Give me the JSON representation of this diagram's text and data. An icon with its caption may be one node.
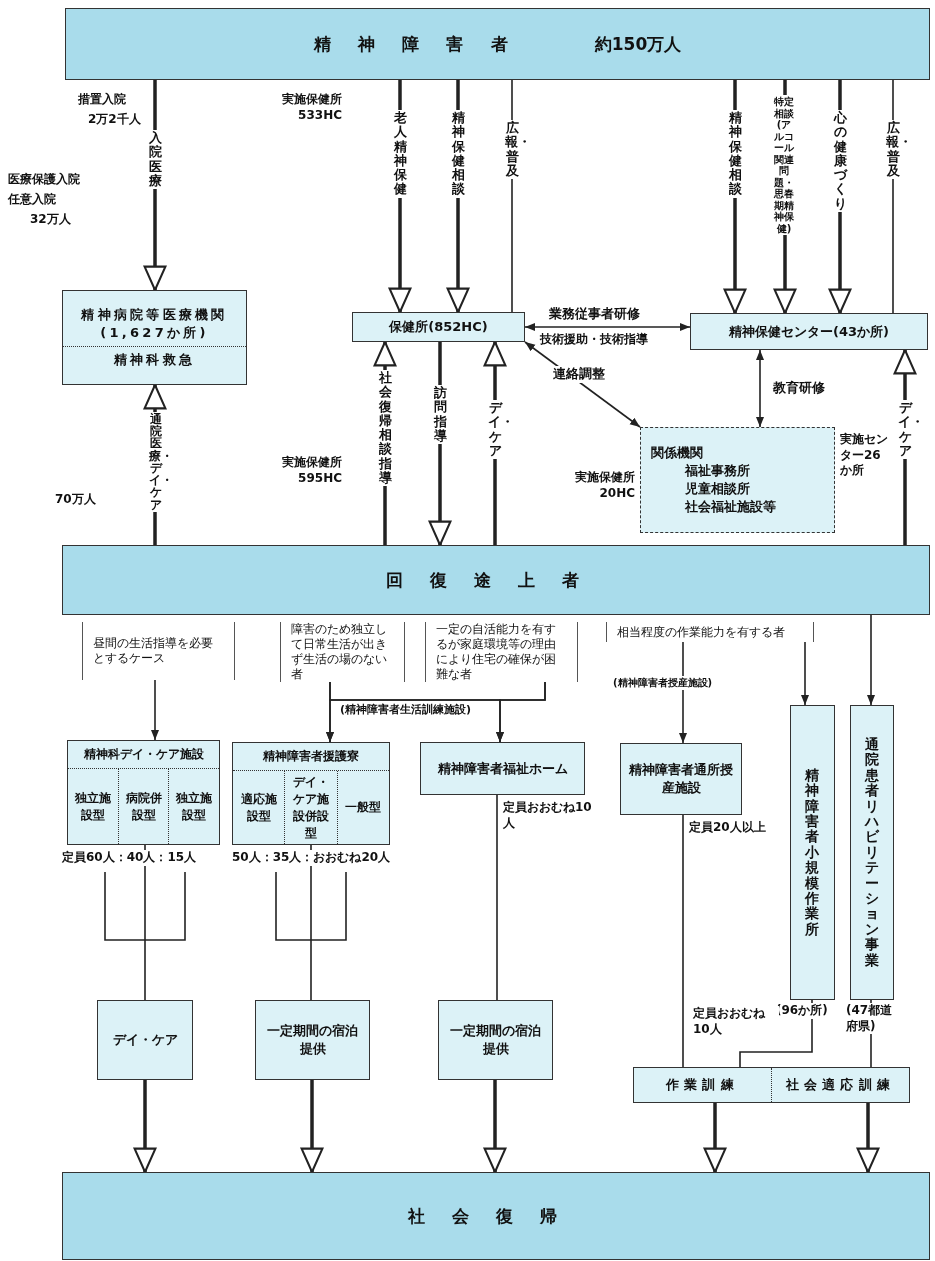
{
  "diagram": {
    "nodes": [
      {
        "text": [
          "精神障害者",
          "約150万人"
        ]
      },
      {
        "text": [
          "精神病院等医療機関(1,627か所)",
          "精神科救急"
        ]
      },
      {
        "text": [
          "保健所(852HC)"
        ]
      },
      {
        "text": [
          "精神保健センター(43か所)"
        ]
      },
      {
        "text": [
          "関係機関",
          "福祉事務所",
          "児童相談所",
          "社会福祉施設等"
        ],
        "beside": [
          "実施保健所20HC",
          "実施センター26か所"
        ]
      },
      {
        "text": [
          "回復途上者"
        ]
      },
      {
        "text": [
          "昼間の生活指導を必要とするケース"
        ]
      },
      {
        "text": [
          "障害のため独立して日常生活が出きず生活の場のない者"
        ]
      },
      {
        "text": [
          "一定の自活能力を有するが家庭環境等の理由により住宅の確保が困難な者"
        ]
      },
      {
        "text": [
          "相当程度の作業能力を有する者"
        ]
      },
      {
        "text": [
          "精神科デイ・ケア施設",
          "独立施設型",
          "病院併設型",
          "独立施設型"
        ],
        "beside": [
          "定員60人：40人：15人"
        ]
      },
      {
        "text": [
          "精神障害者援護寮",
          "適応施設型",
          "デイ・ケア施設併設型",
          "一般型"
        ],
        "beside": [
          "50人：35人：おおむね20人"
        ]
      },
      {
        "text": [
          "精神障害者福祉ホーム"
        ],
        "beside": [
          "定員おおむね10人"
        ]
      },
      {
        "text": [
          "精神障害者通所授産施設"
        ],
        "beside": [
          "定員20人以上"
        ]
      },
      {
        "text": [
          "精神障害者小規模作業所"
        ],
        "beside": [
          "(96か所)",
          "定員おおむね10人"
        ]
      },
      {
        "text": [
          "通院患者リハビリテーション事業"
        ],
        "beside": [
          "(47都道府県)"
        ]
      },
      {
        "text": [
          "デイ・ケア"
        ]
      },
      {
        "text": [
          "一定期間の宿泊提供"
        ]
      },
      {
        "text": [
          "一定期間の宿泊提供"
        ]
      },
      {
        "text": [
          "作業訓練",
          "社会適応訓練"
        ]
      },
      {
        "text": [
          "社会復帰"
        ]
      }
    ],
    "edges": [
      {
        "from": 0,
        "to": 1,
        "arrow": "to",
        "label": "入院医療",
        "style": "thick"
      },
      {
        "from": 0,
        "to": 2,
        "arrow": "to",
        "label": "老人精神保健",
        "style": "thick"
      },
      {
        "from": 0,
        "to": 2,
        "arrow": "to",
        "label": "精神保健相談",
        "style": "thick"
      },
      {
        "from": 0,
        "to": 2,
        "arrow": "none",
        "label": "広報・普及"
      },
      {
        "from": 0,
        "to": 3,
        "arrow": "to",
        "label": "精神保健相談",
        "style": "thick"
      },
      {
        "from": 0,
        "to": 3,
        "arrow": "to",
        "label": "特定相談(アルコール関連問題・思春期精神保健)",
        "style": "thick"
      },
      {
        "from": 0,
        "to": 3,
        "arrow": "to",
        "label": "心の健康づくり",
        "style": "thick"
      },
      {
        "from": 0,
        "to": 3,
        "arrow": "none",
        "label": "広報・普及"
      },
      {
        "from": 2,
        "to": 3,
        "arrow": "both",
        "label": "業務従事者研修"
      },
      {
        "from": 2,
        "to": 4,
        "arrow": "both",
        "label": "連絡調整"
      },
      {
        "from": 3,
        "to": 4,
        "arrow": "both",
        "label": "教育研修"
      },
      {
        "from": 5,
        "to": 1,
        "arrow": "to",
        "label": "通院医療・デイ・ケア",
        "style": "thick"
      },
      {
        "from": 5,
        "to": 2,
        "arrow": "to",
        "label": "社会復帰相談指導",
        "style": "thick"
      },
      {
        "from": 2,
        "to": 5,
        "arrow": "to",
        "label": "訪問指導",
        "style": "thick"
      },
      {
        "from": 5,
        "to": 2,
        "arrow": "to",
        "label": "デイ・ケア",
        "style": "thick"
      },
      {
        "from": 5,
        "to": 3,
        "arrow": "to",
        "label": "デイ・ケア",
        "style": "thick"
      },
      {
        "from": 6,
        "to": 10,
        "arrow": "to"
      },
      {
        "from": 7,
        "to": 11,
        "arrow": "to"
      },
      {
        "from": 7,
        "to": 12,
        "arrow": "to"
      },
      {
        "from": 8,
        "to": 11,
        "arrow": "to"
      },
      {
        "from": 8,
        "to": 12,
        "arrow": "to"
      },
      {
        "from": 9,
        "to": 13,
        "arrow": "to",
        "label": "(精神障害者授産施設)"
      },
      {
        "from": 9,
        "to": 14,
        "arrow": "to"
      },
      {
        "from": 5,
        "to": 15,
        "arrow": "to"
      },
      {
        "from": 10,
        "to": 16,
        "arrow": "none"
      },
      {
        "from": 11,
        "to": 17,
        "arrow": "none"
      },
      {
        "from": 12,
        "to": 18,
        "arrow": "none"
      },
      {
        "from": 13,
        "to": 19,
        "arrow": "none"
      },
      {
        "from": 14,
        "to": 19,
        "arrow": "none"
      },
      {
        "from": 15,
        "to": 19,
        "arrow": "none"
      },
      {
        "from": 16,
        "to": 20,
        "arrow": "to",
        "style": "thick"
      },
      {
        "from": 17,
        "to": 20,
        "arrow": "to",
        "style": "thick"
      },
      {
        "from": 18,
        "to": 20,
        "arrow": "to",
        "style": "thick"
      },
      {
        "from": 19,
        "to": 20,
        "arrow": "to",
        "style": "thick"
      },
      {
        "from": 19,
        "to": 20,
        "arrow": "to",
        "style": "thick"
      }
    ],
    "labels": [
      "措置入院",
      "2万2千人",
      "医療保護入院",
      "任意入院",
      "32万人",
      "実施保健所533HC",
      "技術援助・技術指導",
      "70万人",
      "実施保健所595HC",
      "(精神障害者生活訓練施設)"
    ]
  }
}
